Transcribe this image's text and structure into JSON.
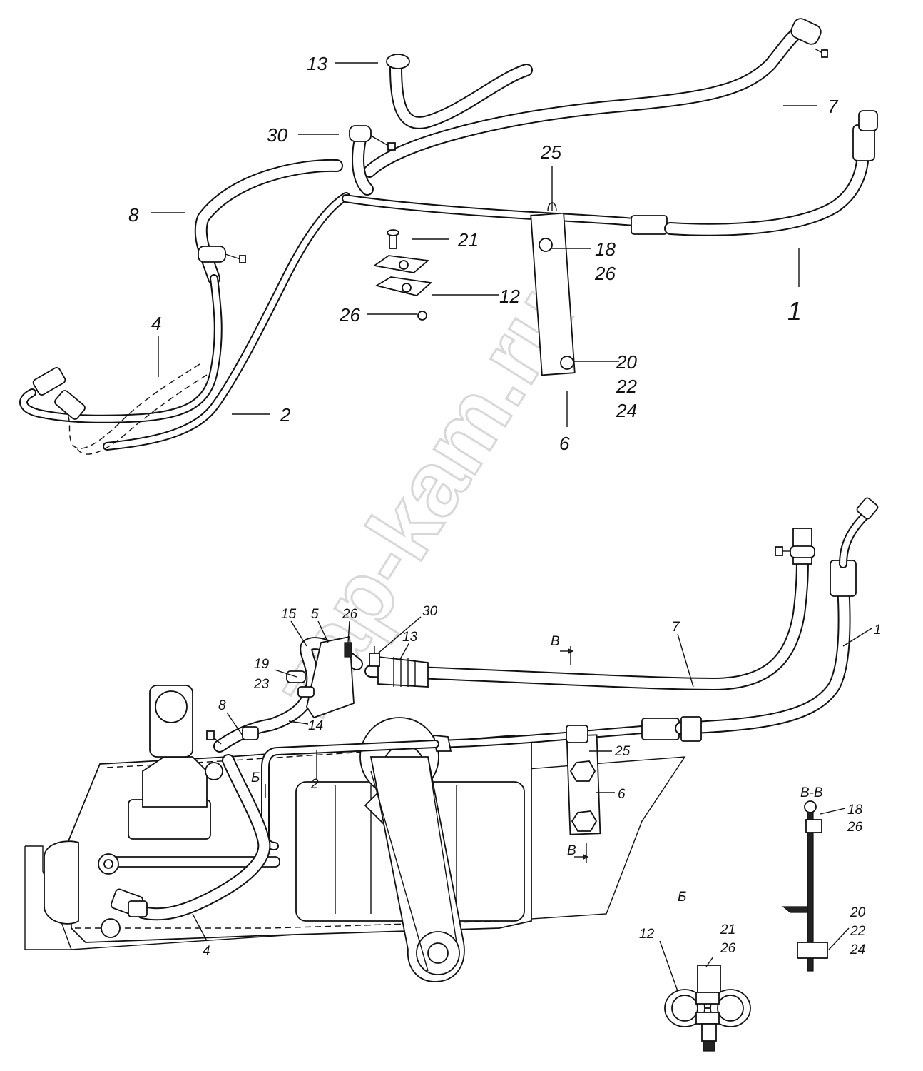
{
  "watermark": "zap-kam.ru",
  "upper_assembly": {
    "callouts": [
      "13",
      "7",
      "30",
      "25",
      "8",
      "21",
      "18",
      "26",
      "12",
      "26",
      "1",
      "4",
      "20",
      "22",
      "24",
      "2",
      "6"
    ]
  },
  "lower_assembly": {
    "callouts": [
      "15",
      "5",
      "26",
      "30",
      "13",
      "7",
      "1",
      "19",
      "23",
      "8",
      "14",
      "25",
      "2",
      "6",
      "4"
    ],
    "section_marks": [
      "В",
      "В"
    ],
    "view_marks": [
      "Б"
    ]
  },
  "section_view": {
    "title": "В-В",
    "callouts": [
      "18",
      "26",
      "20",
      "22",
      "24"
    ]
  },
  "detail_view": {
    "title": "Б",
    "callouts": [
      "12",
      "21",
      "26"
    ]
  }
}
